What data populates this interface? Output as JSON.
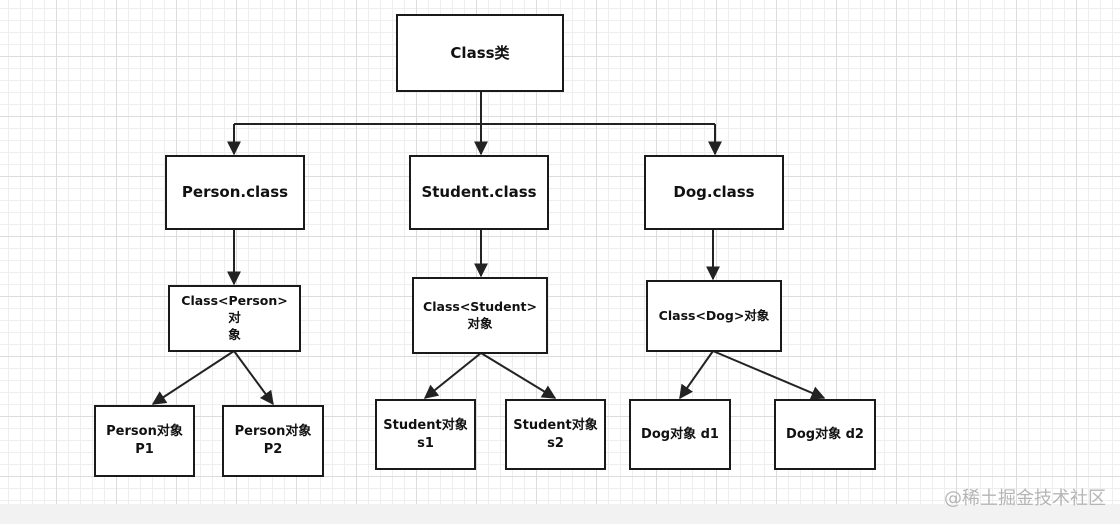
{
  "nodes": {
    "root": "Class类",
    "person_class": "Person.class",
    "student_class": "Student.class",
    "dog_class": "Dog.class",
    "person_obj_line1": "Class<Person>对",
    "person_obj_line2": "象",
    "student_obj_line1": "Class<Student>",
    "student_obj_line2": "对象",
    "dog_obj": "Class<Dog>对象",
    "person_p1_line1": "Person对象",
    "person_p1_line2": "P1",
    "person_p2_line1": "Person对象",
    "person_p2_line2": "P2",
    "student_s1_line1": "Student对象",
    "student_s1_line2": "s1",
    "student_s2_line1": "Student对象",
    "student_s2_line2": "s2",
    "dog_d1": "Dog对象 d1",
    "dog_d2": "Dog对象 d2"
  },
  "watermark": "@稀土掘金技术社区"
}
